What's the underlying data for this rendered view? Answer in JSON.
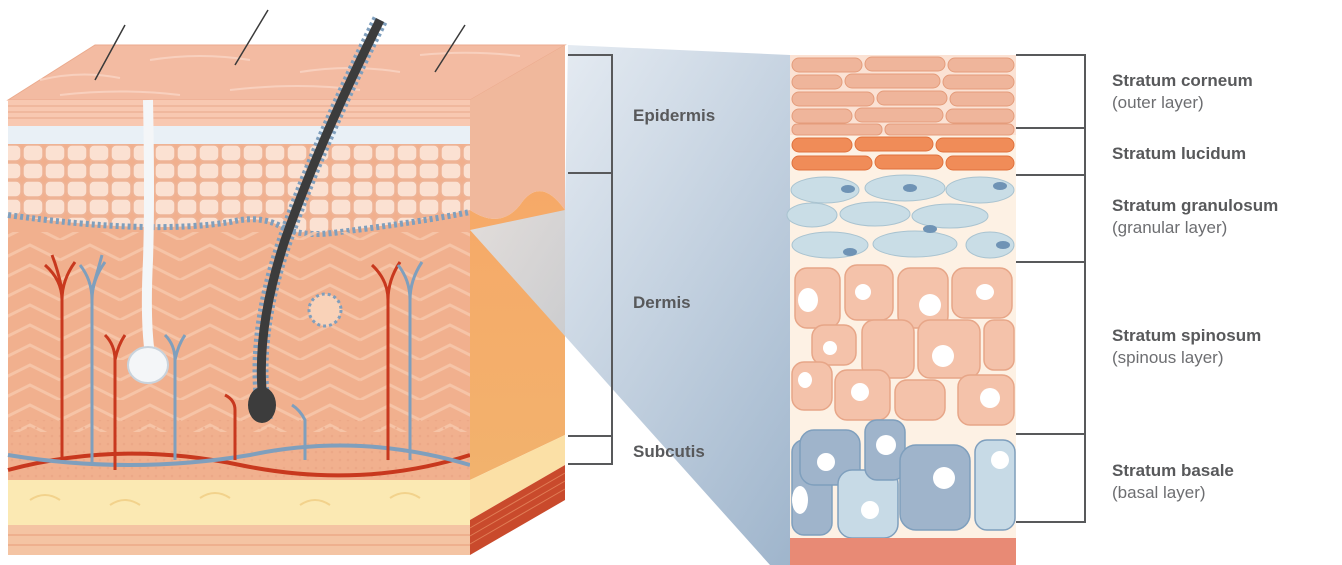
{
  "major_layers": {
    "epidermis": "Epidermis",
    "dermis": "Dermis",
    "subcutis": "Subcutis"
  },
  "epidermal_layers": [
    {
      "name": "Stratum corneum",
      "sub": "(outer layer)"
    },
    {
      "name": "Stratum lucidum",
      "sub": ""
    },
    {
      "name": "Stratum granulosum",
      "sub": "(granular layer)"
    },
    {
      "name": "Stratum spinosum",
      "sub": "(spinous layer)"
    },
    {
      "name": "Stratum basale",
      "sub": "(basal layer)"
    }
  ],
  "colors": {
    "text": "#58595b",
    "bracket": "#58595b",
    "skin_surface": "#f3bba2",
    "dermis": "#f1b08e",
    "subcutis_fat": "#fbe9b3",
    "corneum": "#efb59b",
    "lucidum": "#f08c58",
    "granulosum": "#c9dde6",
    "spinosum": "#f4c2aa",
    "basale": "#9fb4cb",
    "artery": "#c8381e",
    "vein": "#7f9fbd",
    "hair": "#3c3c3c",
    "zoom_wedge": "#a9bfd3"
  }
}
